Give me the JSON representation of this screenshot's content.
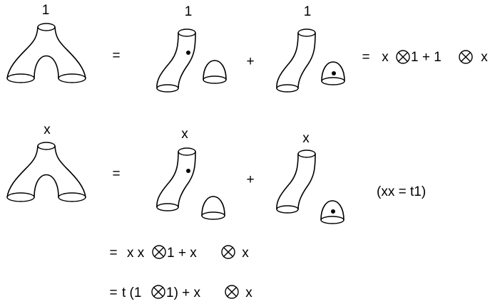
{
  "row1": {
    "pants_label": "1",
    "term1_label": "1",
    "term2_label": "1",
    "eq_sign": "=",
    "plus_sign": "+",
    "result_eq": "=",
    "result": {
      "a": "x",
      "b": "1 + 1",
      "c": "x"
    }
  },
  "row2": {
    "pants_label": "x",
    "term1_label": "x",
    "term2_label": "x",
    "eq_sign": "=",
    "plus_sign": "+",
    "relation": "(xx = t1)"
  },
  "line3": {
    "eq": "=",
    "a": "x x",
    "b": "1 + x",
    "c": "x"
  },
  "line4": {
    "eq": "=",
    "a": "t (1",
    "b": "1) + x",
    "c": "x"
  }
}
